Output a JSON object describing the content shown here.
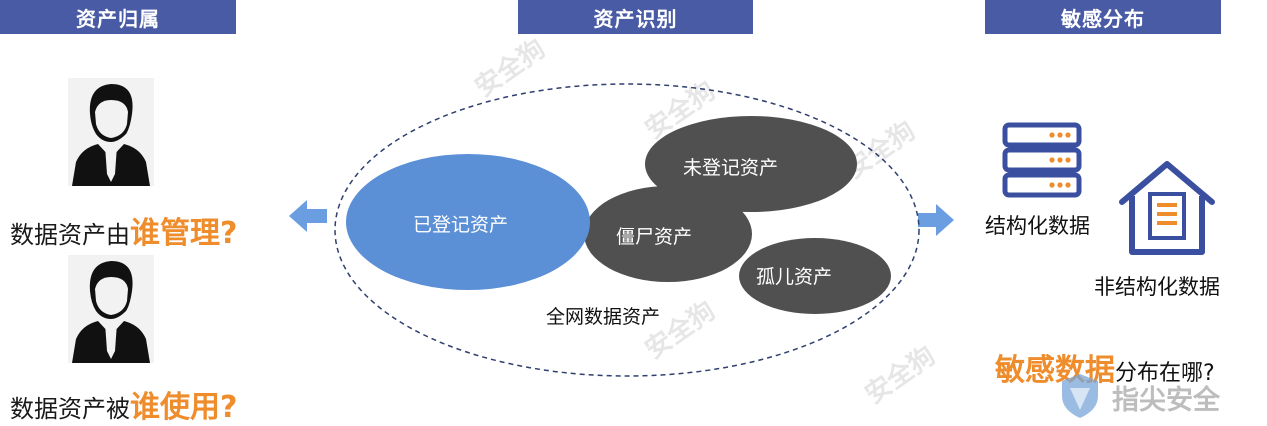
{
  "headers": {
    "ownership": "资产归属",
    "identification": "资产识别",
    "sensitive": "敏感分布"
  },
  "left": {
    "q1_prefix": "数据资产由",
    "q1_highlight": "谁管理?",
    "q2_prefix": "数据资产被",
    "q2_highlight": "谁使用?"
  },
  "center": {
    "registered": "已登记资产",
    "unregistered": "未登记资产",
    "zombie": "僵尸资产",
    "orphan": "孤儿资产",
    "all": "全网数据资产"
  },
  "right": {
    "structured": "结构化数据",
    "unstructured": "非结构化数据",
    "question_highlight": "敏感数据",
    "question_rest": "分布在哪?"
  },
  "watermarks": [
    "安全狗",
    "安全狗",
    "安全狗",
    "安全狗",
    "安全狗",
    "安全狗"
  ],
  "brand": "指尖安全",
  "colors": {
    "header": "#4a5ba6",
    "highlight": "#ef8c2c",
    "registered_blob": "#5b8fd6",
    "dark_blob": "#505050",
    "arrow": "#6a9ee0",
    "server": "#3b4fa0"
  },
  "icons": [
    "person-icon",
    "person-icon",
    "server-icon",
    "house-document-icon",
    "left-arrow-icon",
    "right-arrow-icon",
    "shield-logo-icon"
  ]
}
